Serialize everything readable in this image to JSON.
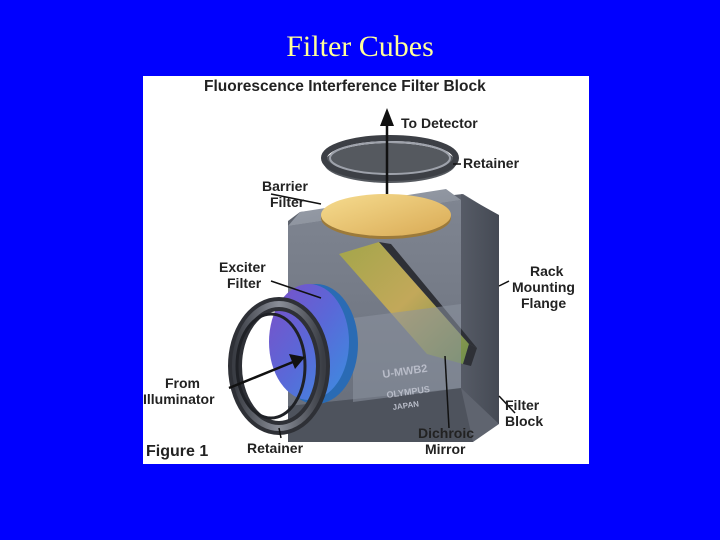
{
  "slide": {
    "title": "Filter Cubes"
  },
  "figure": {
    "heading": "Fluorescence Interference Filter Block",
    "caption": "Figure 1",
    "labels": {
      "to_detector": "To Detector",
      "retainer_top": "Retainer",
      "barrier_filter": [
        "Barrier",
        "Filter"
      ],
      "exciter_filter": [
        "Exciter",
        "Filter"
      ],
      "rack_mounting_flange": [
        "Rack",
        "Mounting",
        "Flange"
      ],
      "from_illuminator": [
        "From",
        "Illuminator"
      ],
      "filter_block": [
        "Filter",
        "Block"
      ],
      "dichroic_mirror": [
        "Dichroic",
        "Mirror"
      ],
      "retainer_bottom": "Retainer"
    },
    "cube_markings": [
      "U-MWB2",
      "OLYMPUS",
      "JAPAN"
    ]
  },
  "colors": {
    "background": "#0000ff",
    "title": "#ffff99",
    "panel": "#ffffff"
  }
}
